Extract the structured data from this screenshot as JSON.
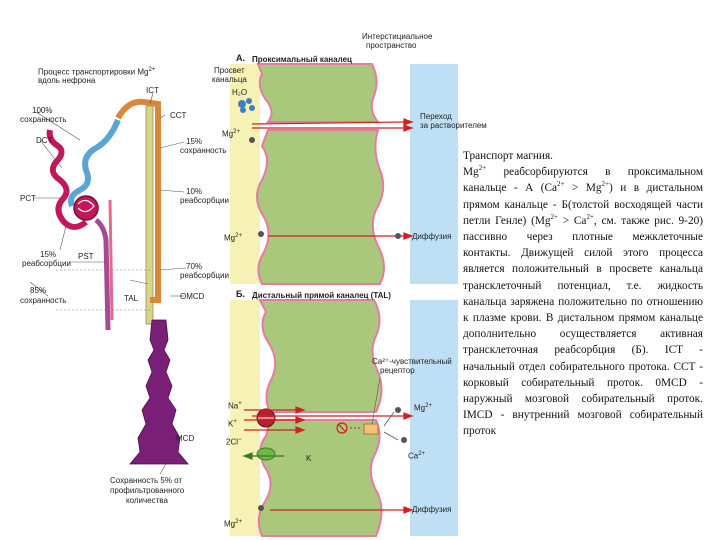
{
  "nephron": {
    "title_line1": "Процесс транспортировки Mg",
    "title_sup": "2+",
    "title_line2": "вдоль нефрона",
    "segments": {
      "ict": "ICT",
      "cct": "CCT",
      "dct": "DCT",
      "pct": "PCT",
      "pst": "PST",
      "tal": "TAL",
      "omcd": "OMCD",
      "mcd": "MCD"
    },
    "pct100": "100%",
    "sohr_a": "сохранность",
    "pct15a": "15%",
    "sohr_b": "сохранность",
    "pct10": "10%",
    "reabs_a": "реабсорбции",
    "pct15b": "15%",
    "reabs_b": "реабсорбции",
    "pct70": "70%",
    "reabs_c": "реабсорбции",
    "pct85": "85%",
    "sohr_c": "сохранность",
    "bottom_line1": "Сохранность 5% от",
    "bottom_line2": "профильтрованного",
    "bottom_line3": "количества"
  },
  "panelA": {
    "letter": "А.",
    "title": "Проксимальный каналец",
    "interstitium1": "Интерстициальное",
    "interstitium2": "пространство",
    "lumen1": "Просвет",
    "lumen2": "канальца",
    "water": "H₂O",
    "mg_top": "Mg",
    "mg_bottom": "Mg",
    "mg_sup": "2+",
    "transfer1": "Переход",
    "transfer2": "за растворителем",
    "diffusion": "Диффузия"
  },
  "panelB": {
    "letter": "Б.",
    "title": "Дистальный прямой каналец (TAL)",
    "na": "Na",
    "na_sup": "+",
    "k_left": "K",
    "k_sup": "+",
    "cl": "2Cl",
    "cl_sup": "−",
    "k_mid": "K",
    "receptor1": "Ca²⁺-чувствительный",
    "receptor2": "рецептор",
    "mg_right": "Mg",
    "ca_right": "Ca",
    "ca_sup": "2+",
    "mg_bottom": "Mg",
    "mg_sup": "2+",
    "diffusion": "Диффузия"
  },
  "description": {
    "p1": "Транспорт магния.",
    "mg": "Mg",
    "p2": " реабсорбируются в проксимальном канальце - А (Ca",
    "p3": " > Mg",
    "p4": ") и в дистальном прямом канальце - Б(толстой восходящей части петли Генле) (Mg",
    "p5": " > Ca",
    "p6": ", см. также рис. 9-20) пассивно через плотные межклеточные контакты. Движущей силой этого процесса является положительный в просвете канальца трансклеточный потенциал, т.е. жидкость канальца заряжена положительно по отношению к плазме крови. В дистальном прямом канальце дополнительно осуществляется активная трансклеточная реабсорбция (Б). ICT - начальный отдел собирательного протока. CCT - корковый собирательный проток. 0MCD - наружный мозговой собирательный проток. IMCD - внутренний мозговой собирательный проток",
    "sup": "2+"
  },
  "colors": {
    "lumen": "#f6f1b4",
    "cell": "#a9c87b",
    "cell_dark": "#7fa553",
    "membrane": "#e77aa5",
    "interstitium": "#bfe0f4",
    "arrow": "#d02020",
    "mcd": "#7a1f78",
    "pct": "#c2185b",
    "dct": "#5aa4d6",
    "tal": "#d6d28a",
    "cct": "#d9873a"
  }
}
